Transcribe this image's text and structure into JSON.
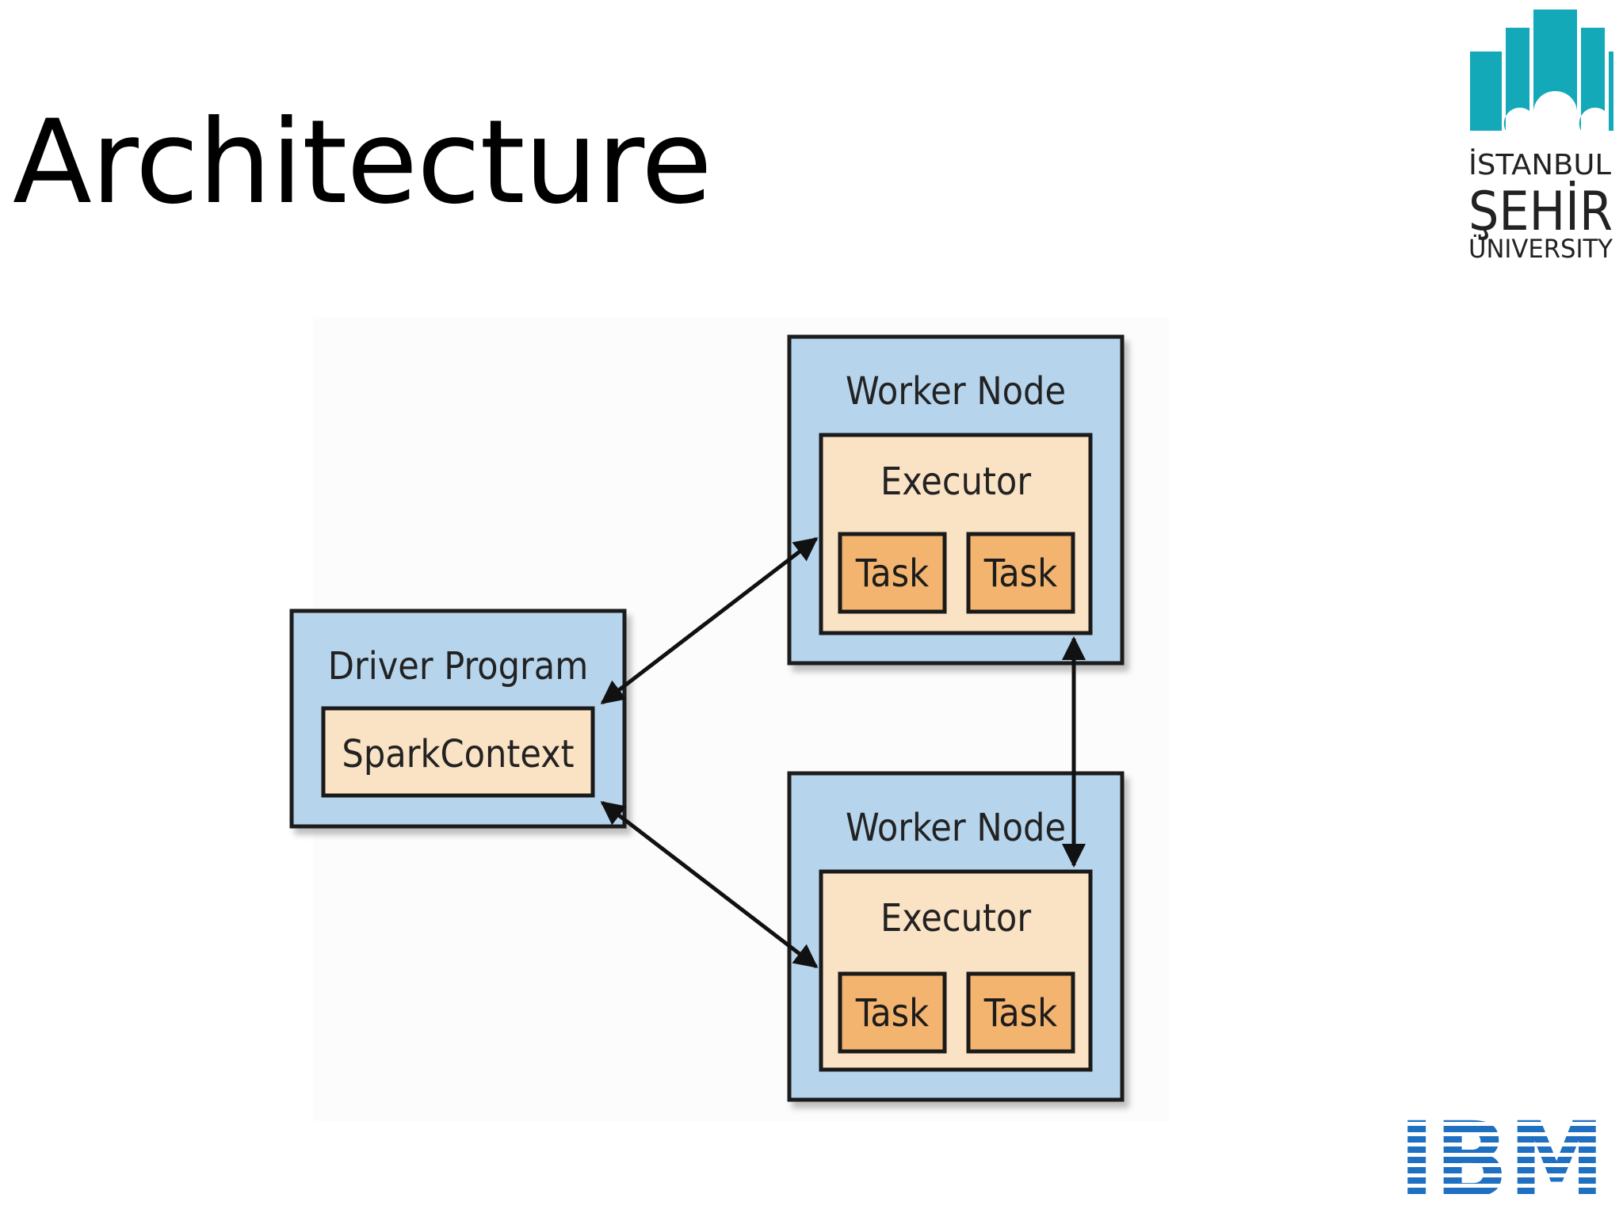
{
  "slide": {
    "title": "Architecture"
  },
  "colors": {
    "node_fill": "#b6d4ec",
    "executor_fill": "#fae2c4",
    "task_fill": "#f2b46e",
    "border": "#1a1a1a",
    "logo_teal": "#13a9b8",
    "ibm_blue": "#1f70c1"
  },
  "diagram": {
    "driver": {
      "label": "Driver Program",
      "context_label": "SparkContext"
    },
    "workers": [
      {
        "label": "Worker Node",
        "executor_label": "Executor",
        "tasks": [
          "Task",
          "Task"
        ]
      },
      {
        "label": "Worker Node",
        "executor_label": "Executor",
        "tasks": [
          "Task",
          "Task"
        ]
      }
    ]
  },
  "logos": {
    "university": {
      "line1": "İSTANBUL",
      "line2": "ŞEHİR",
      "line3": "ÜNIVERSITY"
    },
    "ibm": {
      "text": "IBM"
    }
  }
}
